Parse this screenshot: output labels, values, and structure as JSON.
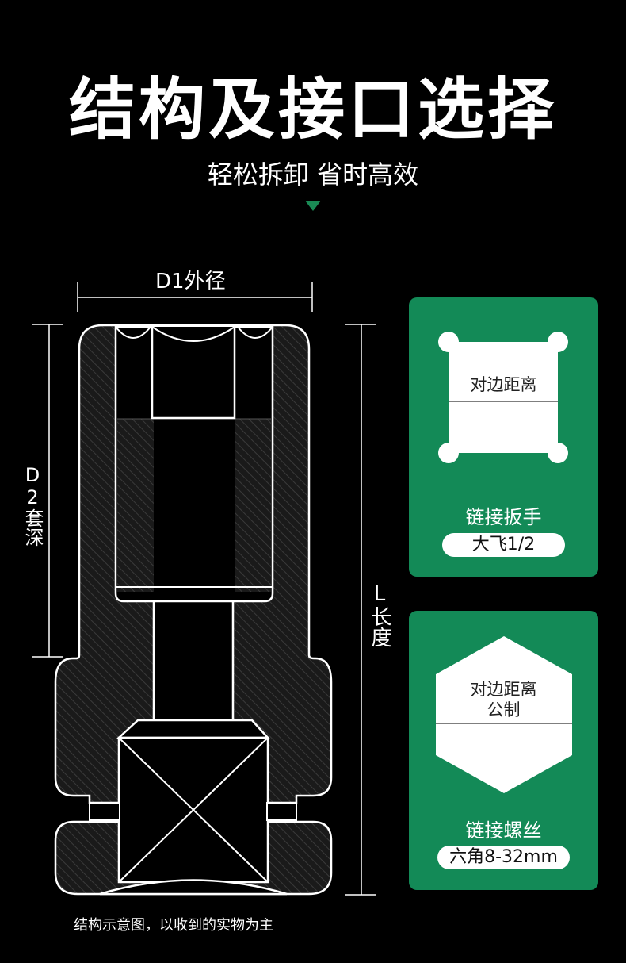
{
  "title": "结构及接口选择",
  "subtitle": "轻松拆卸 省时高效",
  "dimensions": {
    "outer_diameter": "D1外径",
    "depth": "D2套深",
    "length": "L长度"
  },
  "cards": [
    {
      "shape_text": "对边距离",
      "label": "链接扳手",
      "pill": "大飞1/2"
    },
    {
      "shape_text_line1": "对边距离",
      "shape_text_line2": "公制",
      "label": "链接螺丝",
      "pill": "六角8-32mm"
    }
  ],
  "caption": "结构示意图，以收到的实物为主",
  "colors": {
    "background": "#000000",
    "accent_green": "#138a57",
    "white": "#ffffff"
  }
}
